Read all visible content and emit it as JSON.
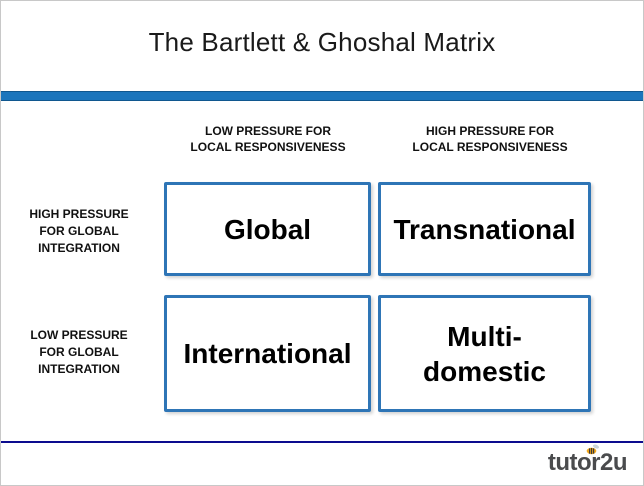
{
  "title": "The Bartlett & Ghoshal Matrix",
  "matrix": {
    "column_headers": [
      "LOW PRESSURE FOR\nLOCAL RESPONSIVENESS",
      "HIGH PRESSURE FOR\nLOCAL RESPONSIVENESS"
    ],
    "row_headers": [
      "HIGH PRESSURE\nFOR GLOBAL\nINTEGRATION",
      "LOW PRESSURE\nFOR GLOBAL\nINTEGRATION"
    ],
    "cells": [
      "Global",
      "Transnational",
      "International",
      "Multi-\ndomestic"
    ]
  },
  "footer": {
    "brand": "tutor2u"
  },
  "colors": {
    "accent_bar": "#1b75bc",
    "cell_border": "#2e75b6",
    "footer_line": "#0c0c8e"
  }
}
